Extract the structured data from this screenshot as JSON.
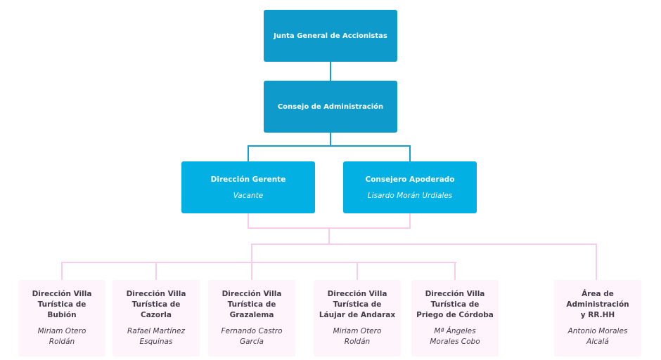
{
  "org_chart": {
    "root": {
      "title": "Junta General de Accionistas"
    },
    "board": {
      "title": "Consejo de Administración"
    },
    "management": [
      {
        "title": "Dirección Gerente",
        "person": "Vacante"
      },
      {
        "title": "Consejero Apoderado",
        "person": "Lisardo Morán Urdiales"
      }
    ],
    "units": [
      {
        "title": "Dirección Villa\nTurística de\nBubión",
        "person": "Miriam Otero\nRoldán"
      },
      {
        "title": "Dirección Villa\nTurística de\nCazorla",
        "person": "Rafael Martínez\nEsquinas"
      },
      {
        "title": "Dirección Villa\nTurística de\nGrazalema",
        "person": "Fernando Castro\nGarcía"
      },
      {
        "title": "Dirección Villa\nTurística de\nLáujar de Andarax",
        "person": "Miriam Otero\nRoldán"
      },
      {
        "title": "Dirección Villa\nTurística de\nPriego de Córdoba",
        "person": "Mª Ángeles\nMorales Cobo"
      },
      {
        "title": "Área de\nAdministración\ny RR.HH",
        "person": "Antonio Morales\nAlcalá"
      }
    ],
    "colors": {
      "executive_fill": "#0e9bcb",
      "management_fill": "#03b0e3",
      "executive_connector": "#0aa2d3",
      "unit_connector": "#f8ccec",
      "unit_fill": "#fdf4fc",
      "unit_text": "#423b48",
      "executive_text": "#ffffff"
    }
  }
}
